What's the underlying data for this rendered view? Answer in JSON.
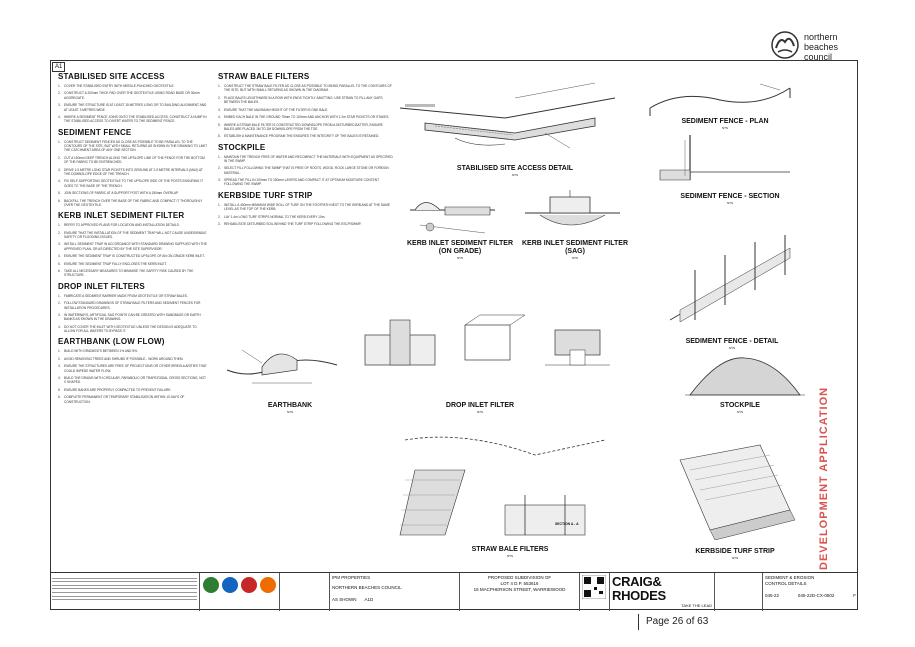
{
  "logo": {
    "line1": "northern",
    "line2": "beaches",
    "line3": "council"
  },
  "sheet_ref": "A1",
  "col1": [
    {
      "heading": "STABILISED SITE ACCESS",
      "notes": [
        "COVER THE STABILISED ENTRY WITH NEEDLE-PUNCHED GEOTEXTILE.",
        "CONSTRUCT A 200mm THICK PAD OVER THE GEOTEXTILE USING ROAD BASE OR 30mm AGGREGATE.",
        "ENSURE THE STRUCTURE IS AT LEAST 15 METRES LONG OR TO BUILDING ALIGNMENT AND AT LEAST 3 METRES WIDE.",
        "WHERE A SEDIMENT FENCE JOINS ONTO THE STABILISED ACCESS, CONSTRUCT A HUMP IN THE STABILISED ACCESS TO DIVERT WATER TO THE SEDIMENT FENCE."
      ]
    },
    {
      "heading": "SEDIMENT FENCE",
      "notes": [
        "CONSTRUCT SEDIMENT FENCES AS CLOSE AS POSSIBLE TO BE PARALLEL TO THE CONTOURS OF THE SITE, BUT WITH SMALL RETURNS AS SHOWN IN THE DRAWING TO LIMIT THE CATCHMENT AREA OF ANY ONE SECTION.",
        "CUT A 150mm DEEP TRENCH ALONG THE UPSLOPE LINE OF THE FENCE FOR THE BOTTOM OF THE FABRIC TO BE ENTRENCHED.",
        "DRIVE 1.5 METRE LONG STAR PICKETS INTO GROUND AT 2.5 METRE INTERVALS (MAX) AT THE DOWNSLOPE EDGE OF THE TRENCH.",
        "FIX SELF-SUPPORTING GEOTEXTILE TO THE UPSLOPE SIDE OF THE POSTS ENSURING IT GOES TO THE BASE OF THE TRENCH.",
        "JOIN SECTIONS OF FABRIC AT A SUPPORT POST WITH A 150mm OVERLAP.",
        "BACKFILL THE TRENCH OVER THE BASE OF THE FABRIC AND COMPACT IT THOROUGHLY OVER THE GEOTEXTILE."
      ]
    },
    {
      "heading": "KERB INLET SEDIMENT FILTER",
      "notes": [
        "REFER TO APPROVED PLANS FOR LOCATION AND INSTALLATION DETAILS.",
        "ENSURE THAT THE INSTALLATION OF THE SEDIMENT TRAP WILL NOT CAUSE UNDESIRABLE SAFETY OR FLOODING ISSUES.",
        "INSTALL SEDIMENT TRAP IN ACCORDANCE WITH STANDARD DRAWING SUPPLIED WITH THE APPROVED PLAN, OR AS DIRECTED BY THE SITE SUPERVISOR.",
        "ENSURE THE SEDIMENT TRAP IS CONSTRUCTED UPSLOPE OF AN ON-GRADE KERB INLET.",
        "ENSURE THE SEDIMENT TRAP FULLY ENCLOSES THE KERB INLET.",
        "TAKE ALL NECESSARY MEASURES TO MINIMISE THE SAFETY RISK CAUSED BY THE STRUCTURE."
      ]
    },
    {
      "heading": "DROP INLET FILTERS",
      "notes": [
        "FABRICATE A SEDIMENT BARRIER MADE FROM GEOTEXTILE OR STRAW BALES.",
        "FOLLOW STANDARD DRAWINGS OF STRAW BALE FILTERS AND SEDIMENT FENCES FOR INSTALLATION PROCEDURES.",
        "IN WATERWAYS, ARTIFICIAL SAG POINTS CAN BE CREATED WITH SANDBAGS OR EARTH BANKS AS SHOWN IN THE DRAWING.",
        "DO NOT COVER THE INLET WITH GEOTEXTILE UNLESS THE DESIGN IS ADEQUATE TO ALLOW FOR ALL WATERS TO BYPASS IT."
      ]
    },
    {
      "heading": "EARTHBANK (LOW FLOW)",
      "notes": [
        "BUILD WITH GRADIENTS BETWEEN 1% AND 5%.",
        "AVOID REMOVING TREES AND SHRUBS IF POSSIBLE - WORK AROUND THEM.",
        "ENSURE THE STRUCTURES ARE FREE OF PROJECTIONS OR OTHER IRREGULARITIES THAT COULD IMPEDE WATER FLOW.",
        "BUILD THE DRAINS WITH CIRCULAR, PARABOLIC OR TRAPEZOIDAL CROSS SECTIONS, NOT V SHAPED.",
        "ENSURE BANKS ARE PROPERLY COMPACTED TO PREVENT FAILURE.",
        "COMPLETE PERMANENT OR TEMPORARY STABILISATION WITHIN 10 DAYS OF CONSTRUCTION."
      ]
    }
  ],
  "col2": [
    {
      "heading": "STRAW BALE FILTERS",
      "notes": [
        "CONSTRUCT THE STRAW BALE FILTER AS CLOSE AS POSSIBLE TO BEING PARALLEL TO THE CONTOURS OF THE SITE, BUT WITH SMALL RETURNS AS SHOWN IN THE DIAGRAM.",
        "PLACE BALES LENGTHWISE IN A ROW WITH ENDS TIGHTLY ABUTTING. USE STRAW TO FILL ANY GAPS BETWEEN THE BALES.",
        "ENSURE THAT THE MAXIMUM HEIGHT OF THE FILTER IS ONE BALE.",
        "EMBED EACH BALE IN THE GROUND 75mm TO 100mm AND ANCHOR WITH 1.2m STAR PICKETS OR STAKES.",
        "WHERE A STRAW BALE FILTER IS CONSTRUCTED DOWNSLOPE FROM A DISTURBED BATTER, ENSURE BALES ARE PLACED 1M TO 2M DOWNSLOPE FROM THE TOE.",
        "ESTABLISH A MAINTENANCE PROGRAM THE ENSURES THE INTEGRITY OF THE BALES IS RETAINED."
      ]
    },
    {
      "heading": "STOCKPILE",
      "notes": [
        "MAINTAIN THE TRENCH FREE OF WATER AND RECOMPACT THE MATERIALS WITH EQUIPMENT AS SPECIFIED IN THE SWMP.",
        "SELECT FILL FOLLOWING THE SWMP THAT IS FREE OF ROOTS, WOOD, ROCK LARGE STONE OR FOREIGN MATERIAL.",
        "SPREAD THE FILL IN 100mm TO 150mm LAYERS AND COMPACT IT AT OPTIMUM MOISTURE CONTENT FOLLOWING THE SWMP."
      ]
    },
    {
      "heading": "KERBSIDE TURF STRIP",
      "notes": [
        "INSTALL A 400mm MINIMUM WIDE ROLL OF TURF ON THE FOOTPATH NEXT TO THE KERB AND AT THE SAME LEVEL AS THE TOP OF THE KERB.",
        "LAY 1.4m LONG TURF STRIPS NORMAL TO THE KERB EVERY 10m.",
        "REHABILITATE DISTURBED SOIL BEHIND THE TURF STRIP FOLLOWING THE ESCP/SWMP."
      ]
    }
  ],
  "drawings": {
    "stabilised": "STABILISED SITE ACCESS DETAIL",
    "kerb_grade": "KERB INLET SEDIMENT FILTER (ON GRADE)",
    "kerb_sag": "KERB INLET SEDIMENT FILTER (SAG)",
    "earthbank": "EARTHBANK",
    "drop_inlet": "DROP INLET FILTER",
    "straw_bale": "STRAW BALE FILTERS",
    "fence_plan": "SEDIMENT FENCE - PLAN",
    "fence_section": "SEDIMENT FENCE - SECTION",
    "fence_detail": "SEDIMENT FENCE - DETAIL",
    "stockpile": "STOCKPILE",
    "kerbside": "KERBSIDE TURF STRIP",
    "nts": "NTS",
    "section_aa": "SECTION A - A"
  },
  "development_application": "DEVELOPMENT APPLICATION",
  "title_block": {
    "client": "IPM PROPERTIES",
    "council": "NORTHERN BEACHES COUNCIL",
    "project_line1": "PROPOSED SUBDIVISION OF",
    "project_line2": "LOT 4 D.P. 553616",
    "project_line3": "16 MACPHERSON STREET, WARRIEWOOD",
    "firm": "CRAIG& RHODES",
    "firm_tagline": "TAKE THE LEAD",
    "drawing_title1": "SEDIMENT & EROSION",
    "drawing_title2": "CONTROL DETAILS",
    "project_no": "045-22",
    "drawing_no": "045-22D-CX-0502",
    "revision": "F",
    "scale": "AS SHOWN",
    "size": "A1D"
  },
  "page_label": "Page 26 of 63"
}
